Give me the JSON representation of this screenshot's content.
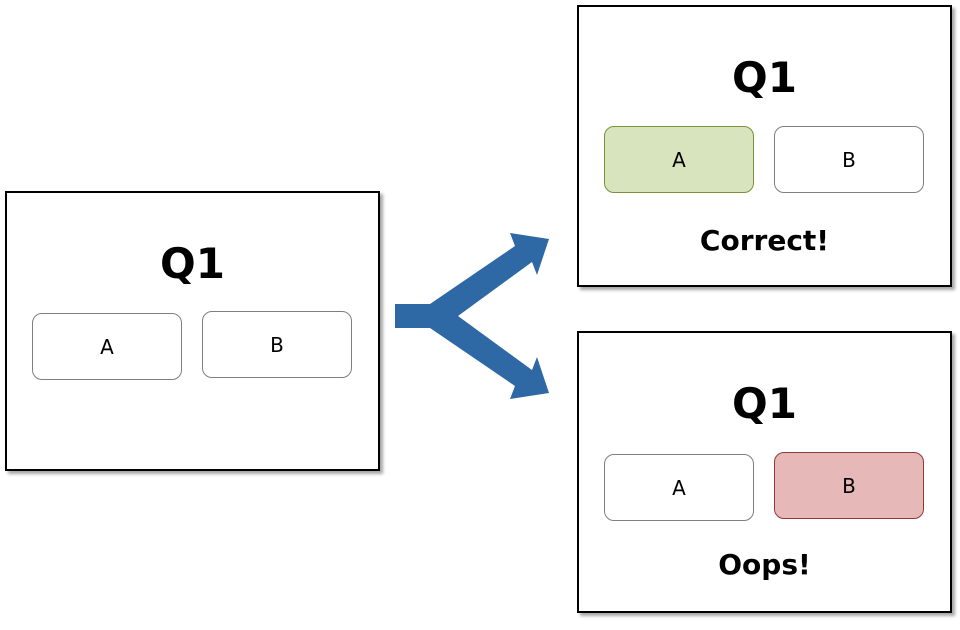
{
  "question_panel": {
    "title": "Q1",
    "option_a": "A",
    "option_b": "B"
  },
  "correct_panel": {
    "title": "Q1",
    "option_a": "A",
    "option_b": "B",
    "feedback": "Correct!"
  },
  "wrong_panel": {
    "title": "Q1",
    "option_a": "A",
    "option_b": "B",
    "feedback": "Oops!"
  },
  "colors": {
    "arrow": "#2e69a6",
    "correct_fill": "#d7e4bd",
    "wrong_fill": "#e6b9b8",
    "panel_border": "#000000"
  }
}
